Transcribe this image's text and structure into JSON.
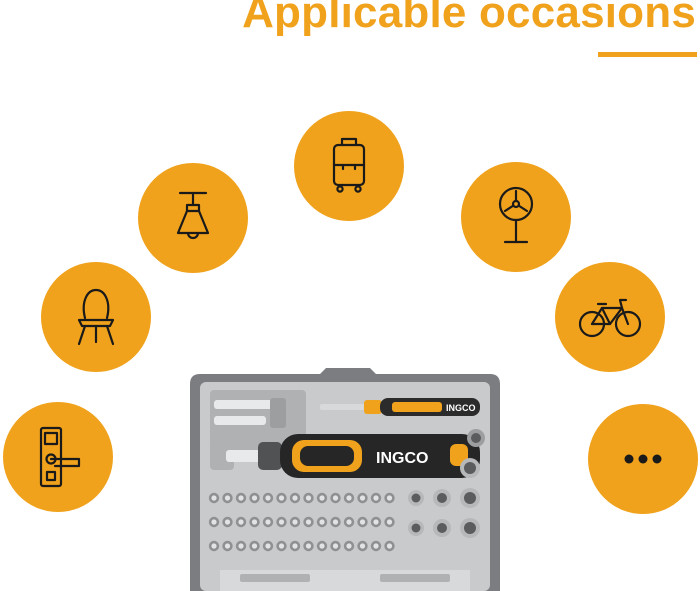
{
  "header": {
    "title": "Applicable occasions"
  },
  "occasions": [
    {
      "icon": "luggage-icon"
    },
    {
      "icon": "ceiling-lamp-icon"
    },
    {
      "icon": "fan-icon"
    },
    {
      "icon": "chair-icon"
    },
    {
      "icon": "bicycle-icon"
    },
    {
      "icon": "door-lock-icon"
    },
    {
      "icon": "more-icon"
    }
  ],
  "product": {
    "brand": "INGCO",
    "tool_brand_small": "INGCO",
    "tool_brand_large": "INGCO"
  },
  "colors": {
    "accent": "#f0a21c",
    "icon_stroke": "#1a1a1a",
    "case": "#7b7d80",
    "tray": "#c9cacb"
  }
}
